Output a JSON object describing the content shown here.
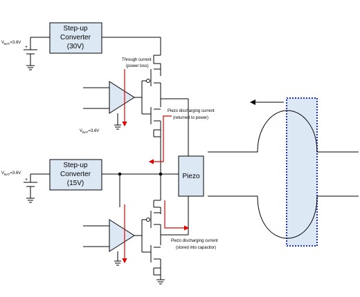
{
  "labels": {
    "vbat_prefix": "V",
    "vbat_sub": "BAT",
    "vbat_top_value": "=3.6V",
    "vbat_mid_value": "=3.6V",
    "vbat_bottom_value": "=3.6V",
    "plus": "+",
    "converter_line1": "Step-up",
    "converter_line2": "Converter",
    "converter_top_voltage": "(30V)",
    "converter_bottom_voltage": "(15V)",
    "through_current": "Through current",
    "power_loss": "(power loss)",
    "piezo_discharge_1": "Piezo discharging current",
    "returned_to_power": "(returned to power)",
    "piezo": "Piezo",
    "piezo_discharge_2": "Piezo discharging current",
    "stored_into_capacitor": "(stored into capacitor)"
  },
  "colors": {
    "box_fill": "#dde8f5",
    "current_arrows": "#e00000",
    "actuator_border": "#1d2fc9"
  }
}
